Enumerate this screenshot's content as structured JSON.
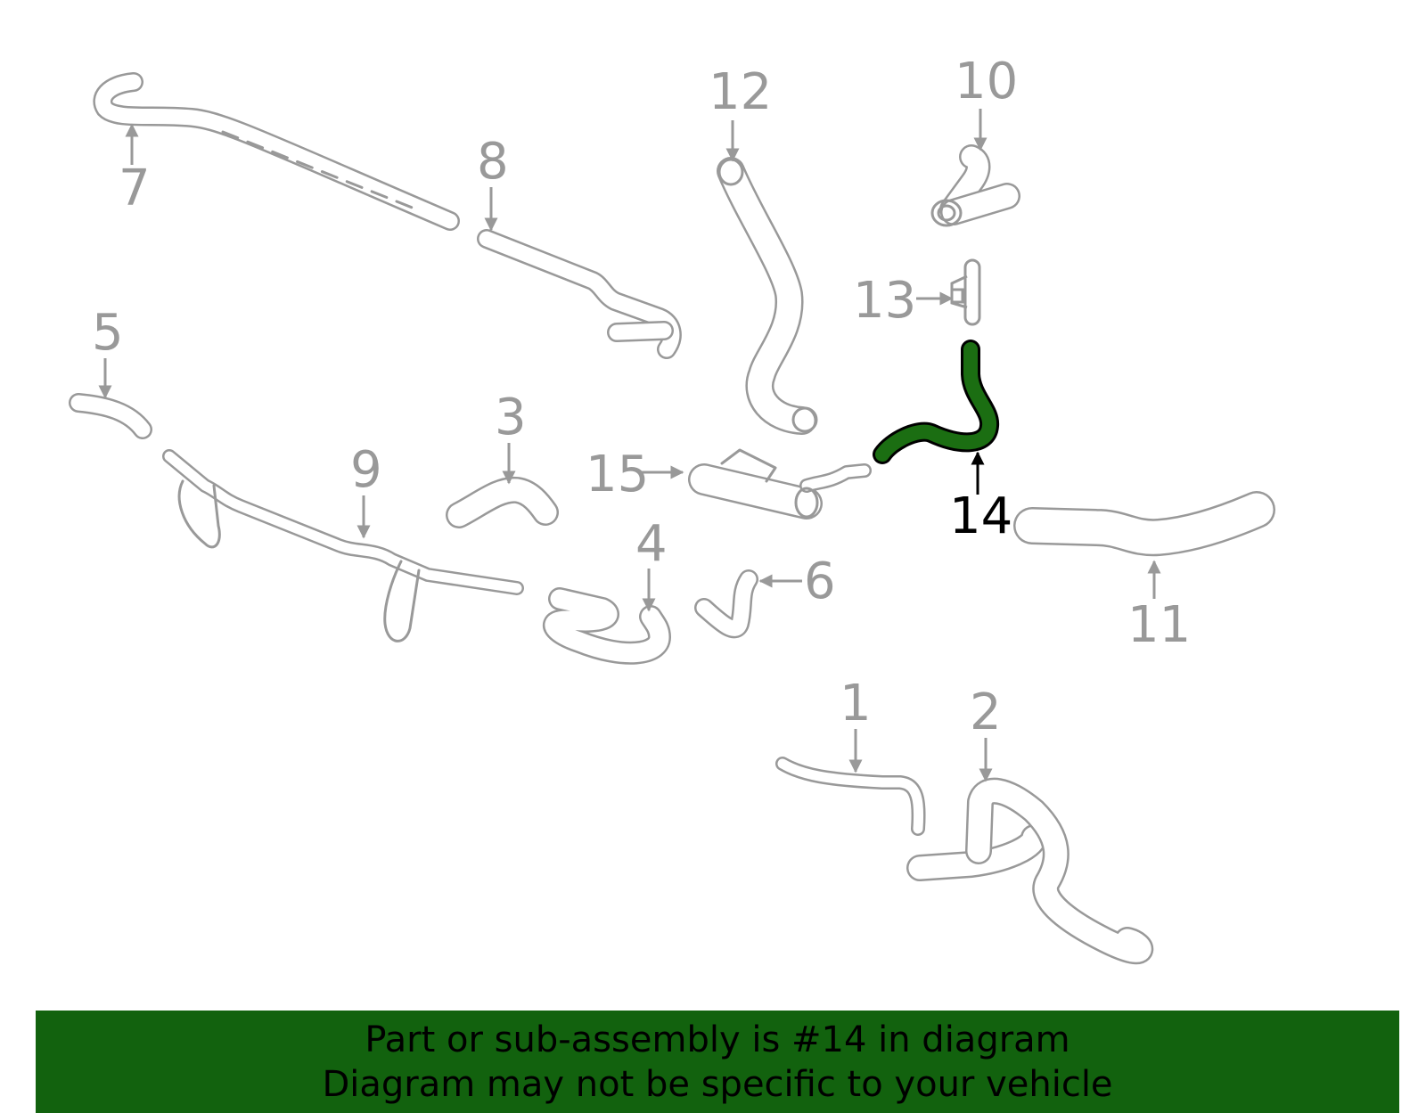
{
  "diagram": {
    "highlighted_part": "14",
    "colors": {
      "outline": "#999999",
      "highlight_fill": "#1b6e12",
      "highlight_text": "#000000",
      "banner": "#12620e"
    },
    "callouts": [
      "1",
      "2",
      "3",
      "4",
      "5",
      "6",
      "7",
      "8",
      "9",
      "10",
      "11",
      "12",
      "13",
      "14",
      "15"
    ]
  },
  "banner": {
    "line1": "Part or sub-assembly is #14 in diagram",
    "line2": "Diagram may not be specific to your vehicle"
  }
}
